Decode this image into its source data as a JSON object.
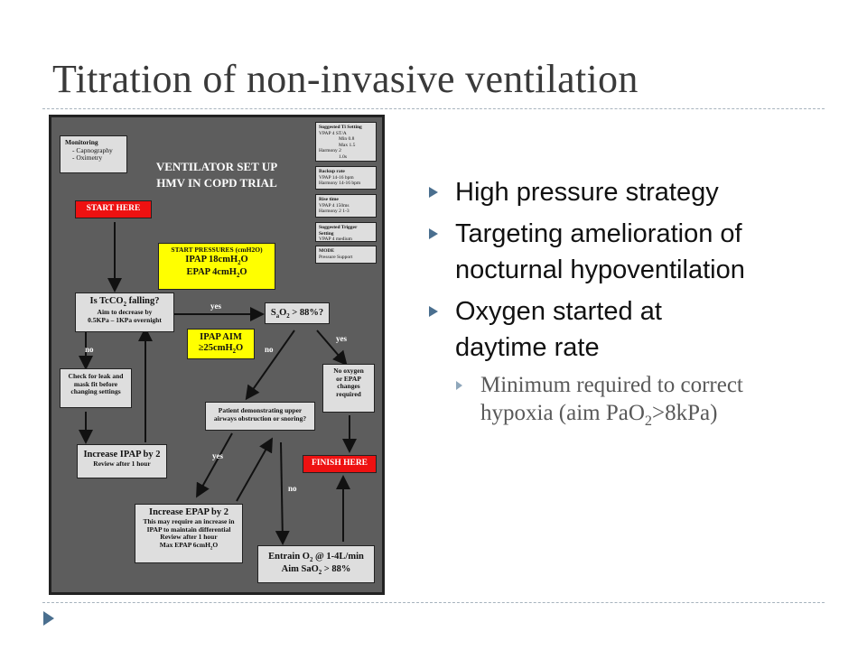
{
  "slide": {
    "title": "Titration of non-invasive ventilation"
  },
  "flowchart": {
    "title_line1": "VENTILATOR SET UP",
    "title_line2": "HMV IN COPD TRIAL",
    "monitoring": {
      "head": "Monitoring",
      "item1": "- Capnography",
      "item2": "- Oximetry"
    },
    "start_here": "START HERE",
    "finish_here": "FINISH HERE",
    "start_pressures": {
      "head": "START PRESSURES (cmH2O)",
      "ipap": "IPAP 18cmH",
      "ipap_unit": "O",
      "epap": "EPAP 4cmH",
      "epap_unit": "O"
    },
    "tcco2": {
      "head_pre": "Is TcCO",
      "head_post": " falling?",
      "l1": "Aim to decrease by",
      "l2": "0.5KPa – 1KPa overnight"
    },
    "sao2": {
      "pre": "S",
      "mid": "O",
      "post": " > 88%?"
    },
    "ipap_aim": {
      "l1": "IPAP AIM",
      "l2": "≥25cmH",
      "l2_post": "O"
    },
    "check_leak": {
      "l1": "Check for leak and",
      "l2": "mask fit before",
      "l3": "changing settings"
    },
    "increase_ipap": {
      "head": "Increase IPAP by 2",
      "sub": "Review after 1 hour"
    },
    "patient_obstruction": {
      "l1": "Patient demonstrating upper",
      "l2": "airways obstruction or snoring?"
    },
    "no_oxygen": {
      "l1": "No oxygen",
      "l2": "or EPAP",
      "l3": "changes",
      "l4": "required"
    },
    "increase_epap": {
      "head": "Increase EPAP by 2",
      "l1": "This may require an increase in",
      "l2": "IPAP to maintain differential",
      "l3": "Review after 1 hour",
      "l4": "Max EPAP 6cmH",
      "l4_post": "O"
    },
    "entrain": {
      "l1_pre": "Entrain O",
      "l1_post": " @ 1-4L/min",
      "l2_pre": "Aim SaO",
      "l2_post": " > 88%"
    },
    "side_panels": {
      "ti": {
        "head": "Suggested Ti Setting",
        "l1": "VPAP 4 ST/A",
        "l2": "Min 0.8",
        "l3": "Max 1.5",
        "l4": "Harmony 2",
        "l5": "1.0s"
      },
      "backup": {
        "head": "Backup rate",
        "l1": "VPAP 14-16 bpm",
        "l2": "Harmony 14-16 bpm"
      },
      "rise": {
        "head": "Rise time",
        "l1": "VPAP 4 150ms",
        "l2": "Harmony 2 1-3"
      },
      "trigger": {
        "head": "Suggested Trigger Setting",
        "l1": "VPAP 4 medium"
      },
      "mode": {
        "head": "MODE",
        "l1": "Pressure Support"
      }
    },
    "labels": {
      "yes": "yes",
      "no": "no",
      "sub2": "2",
      "subA": "a"
    }
  },
  "bullets": {
    "b1": "High pressure strategy",
    "b2_l1": "Targeting amelioration of",
    "b2_l2": "nocturnal hypoventilation",
    "b3_l1": "Oxygen started at",
    "b3_l2": "daytime rate",
    "sub1_l1": "Minimum required to correct",
    "sub1_l2_pre": "hypoxia (aim PaO",
    "sub1_l2_sub": "2",
    "sub1_l2_post": ">8kPa)"
  },
  "colors": {
    "title": "#3a3a3a",
    "flow_bg": "#5d5d5d",
    "start_red": "#ee1111",
    "highlight_yellow": "#ffff00",
    "bullet_marker": "#4a6f8f",
    "sub_text": "#595959"
  },
  "icons": {
    "bullet": "triangle-right-icon",
    "nav": "triangle-right-icon"
  }
}
